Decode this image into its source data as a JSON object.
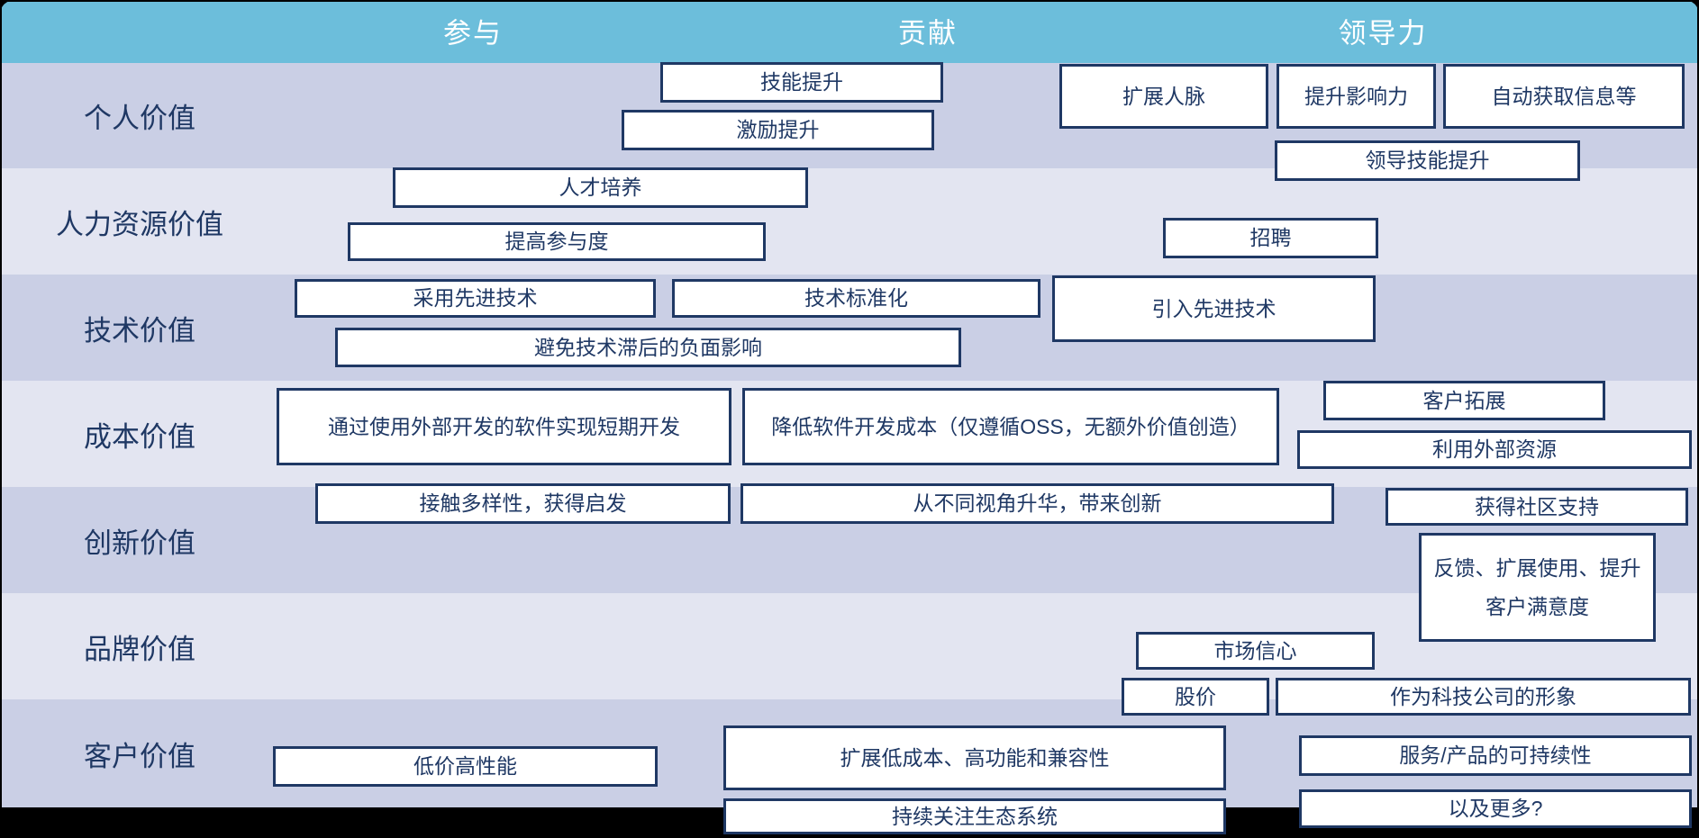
{
  "header": {
    "columns": [
      {
        "label": "参与"
      },
      {
        "label": "贡献"
      },
      {
        "label": "领导力"
      }
    ]
  },
  "rows": [
    {
      "label": "个人价值"
    },
    {
      "label": "人力资源价值"
    },
    {
      "label": "技术价值"
    },
    {
      "label": "成本价值"
    },
    {
      "label": "创新价值"
    },
    {
      "label": "品牌价值"
    },
    {
      "label": "客户价值"
    }
  ],
  "boxes": [
    {
      "row": "个人价值",
      "label": "技能提升"
    },
    {
      "row": "个人价值",
      "label": "激励提升"
    },
    {
      "row": "个人价值",
      "label": "扩展人脉"
    },
    {
      "row": "个人价值",
      "label": "提升影响力"
    },
    {
      "row": "个人价值",
      "label": "自动获取信息等"
    },
    {
      "row": "个人价值",
      "label": "领导技能提升"
    },
    {
      "row": "人力资源价值",
      "label": "人才培养"
    },
    {
      "row": "人力资源价值",
      "label": "提高参与度"
    },
    {
      "row": "人力资源价值",
      "label": "招聘"
    },
    {
      "row": "技术价值",
      "label": "采用先进技术"
    },
    {
      "row": "技术价值",
      "label": "技术标准化"
    },
    {
      "row": "技术价值",
      "label": "引入先进技术"
    },
    {
      "row": "技术价值",
      "label": "避免技术滞后的负面影响"
    },
    {
      "row": "成本价值",
      "label": "通过使用外部开发的软件实现短期开发"
    },
    {
      "row": "成本价值",
      "label": "降低软件开发成本（仅遵循OSS，无额外价值创造）"
    },
    {
      "row": "成本价值",
      "label": "客户拓展"
    },
    {
      "row": "成本价值",
      "label": "利用外部资源"
    },
    {
      "row": "创新价值",
      "label": "接触多样性，获得启发"
    },
    {
      "row": "创新价值",
      "label": "从不同视角升华，带来创新"
    },
    {
      "row": "创新价值",
      "label": "获得社区支持"
    },
    {
      "row": "创新价值",
      "label": "反馈、扩展使用、提升客户满意度"
    },
    {
      "row": "品牌价值",
      "label": "市场信心"
    },
    {
      "row": "品牌价值",
      "label": "股价"
    },
    {
      "row": "品牌价值",
      "label": "作为科技公司的形象"
    },
    {
      "row": "客户价值",
      "label": "低价高性能"
    },
    {
      "row": "客户价值",
      "label": "扩展低成本、高功能和兼容性"
    },
    {
      "row": "客户价值",
      "label": "持续关注生态系统"
    },
    {
      "row": "客户价值",
      "label": "服务/产品的可持续性"
    },
    {
      "row": "客户价值",
      "label": "以及更多?"
    }
  ],
  "colors": {
    "header_bg": "#6CBEDB",
    "row_dark": "#CACFE5",
    "row_light": "#E3E5F1",
    "box_bg": "#FFFFFF",
    "box_border": "#1F3864",
    "text": "#1F3864",
    "header_text": "#FFFFFF",
    "frame": "#000000"
  }
}
